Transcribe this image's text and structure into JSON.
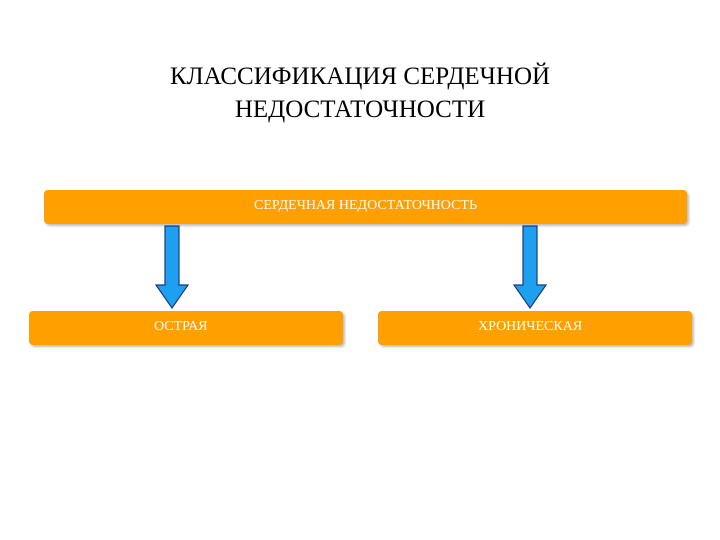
{
  "title": {
    "line1": "КЛАССИФИКАЦИЯ СЕРДЕЧНОЙ",
    "line2": "НЕДОСТАТОЧНОСТИ"
  },
  "diagram": {
    "root": "СЕРДЕЧНАЯ НЕДОСТАТОЧНОСТЬ",
    "children": [
      "ОСТРАЯ",
      "ХРОНИЧЕСКАЯ"
    ]
  },
  "colors": {
    "box_fill": "#ff9f00",
    "box_text": "#ffffff",
    "arrow_fill": "#1ea0f0",
    "arrow_outline": "#1a3a7a"
  }
}
